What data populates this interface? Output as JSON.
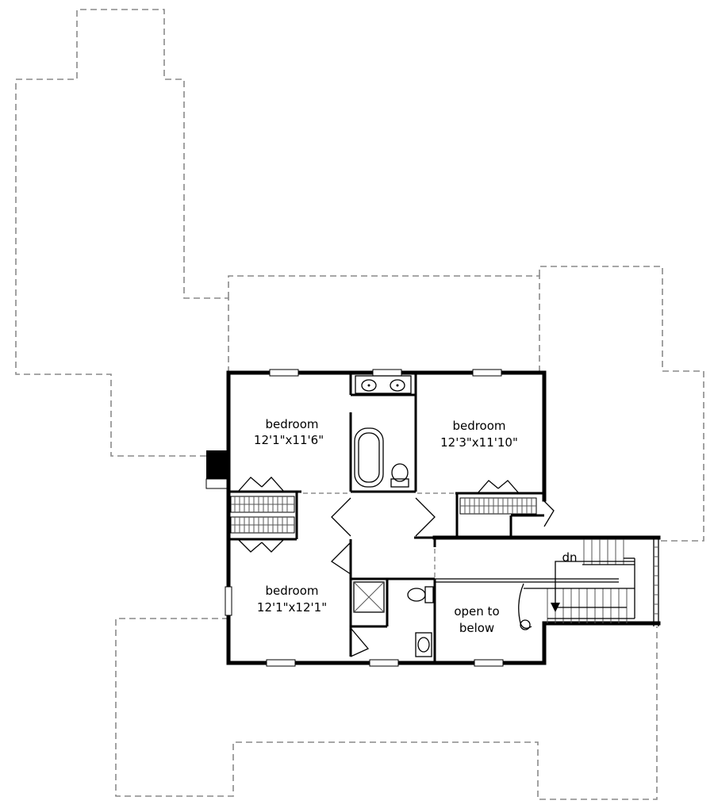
{
  "plan": {
    "rooms": [
      {
        "id": "bedroom-nw",
        "name": "bedroom",
        "dims": "12'1\"x11'6\""
      },
      {
        "id": "bedroom-ne",
        "name": "bedroom",
        "dims": "12'3\"x11'10\""
      },
      {
        "id": "bedroom-sw",
        "name": "bedroom",
        "dims": "12'1\"x12'1\""
      }
    ],
    "open_to_below": {
      "line1": "open to",
      "line2": "below"
    },
    "stair_label": "dn"
  }
}
